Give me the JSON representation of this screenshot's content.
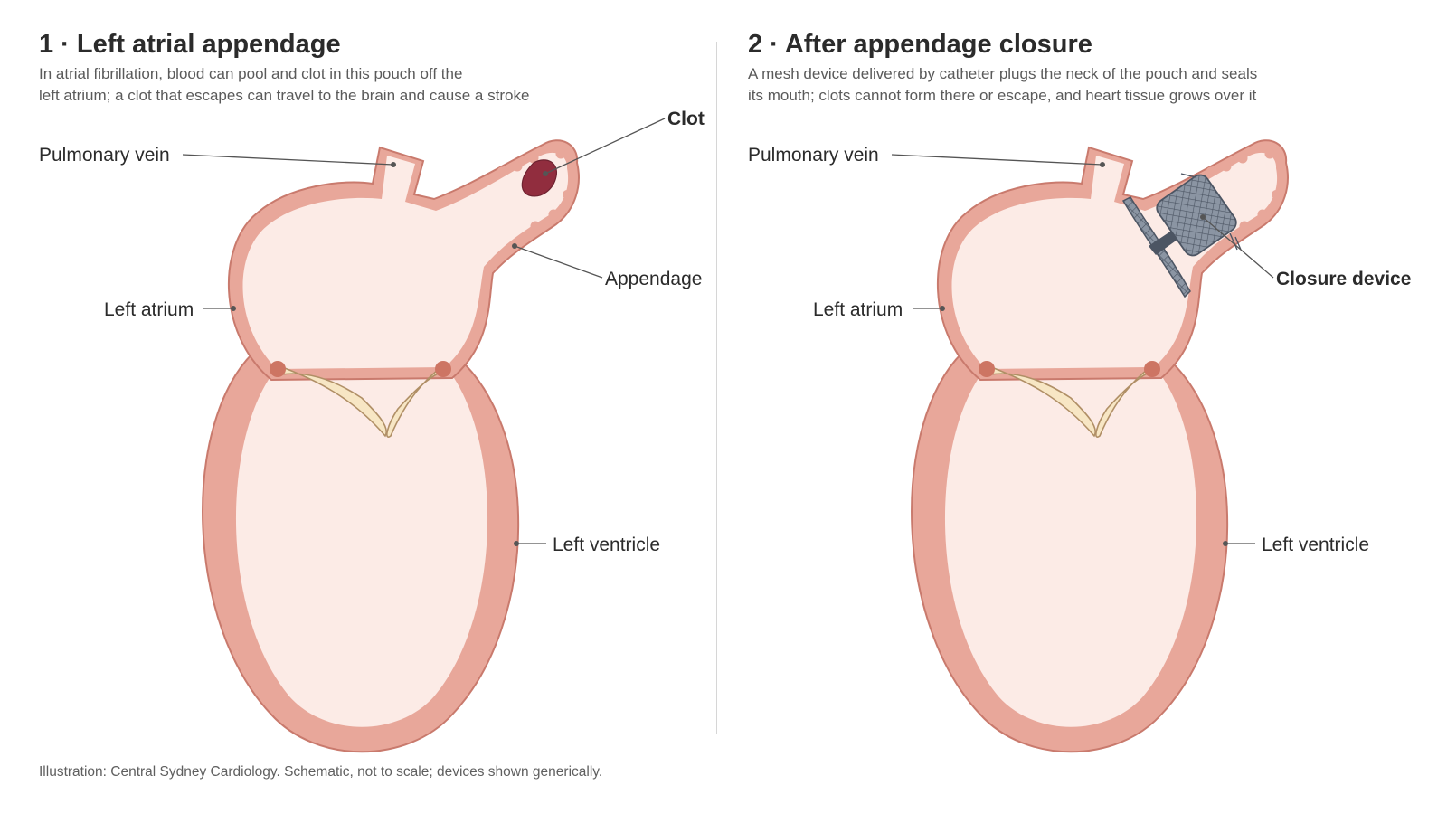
{
  "panels": [
    {
      "title": "1 · Left atrial appendage",
      "description": [
        "In atrial fibrillation, blood can pool and clot in this pouch off the",
        "left atrium; a clot that escapes can travel to the brain and cause a stroke"
      ],
      "labels": {
        "pulmonary_vein": "Pulmonary vein",
        "left_atrium": "Left atrium",
        "left_ventricle": "Left ventricle",
        "appendage": "Appendage",
        "clot": "Clot"
      }
    },
    {
      "title": "2 · After appendage closure",
      "description": [
        "A mesh device delivered by catheter plugs the neck of the pouch and seals",
        "its mouth; clots cannot form there or escape, and heart tissue grows over it"
      ],
      "labels": {
        "pulmonary_vein": "Pulmonary vein",
        "left_atrium": "Left atrium",
        "left_ventricle": "Left ventricle",
        "closure_device": "Closure device"
      }
    }
  ],
  "footer": "Illustration: Central Sydney Cardiology. Schematic, not to scale; devices shown generically.",
  "colors": {
    "muscle": "#e8a79a",
    "muscle_outline": "#c97a6d",
    "chamber": "#fcebe6",
    "valve": "#f7e6c4",
    "valve_outline": "#b08f66",
    "valve_ring": "#cd7563",
    "clot": "#912d3e",
    "device_mesh": "#8b95a3",
    "device_dark": "#4c5563"
  }
}
